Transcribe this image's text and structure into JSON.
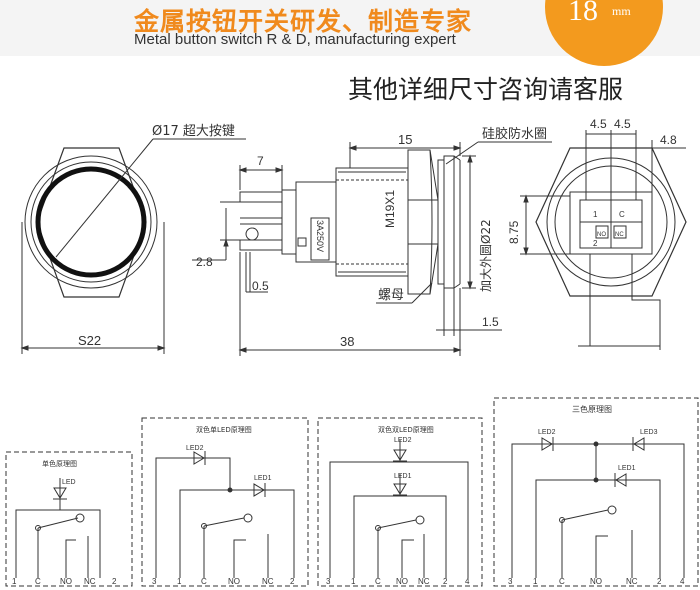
{
  "header": {
    "brand_cn": "金属按钮开关研发、制造专家",
    "brand_en": "Metal button switch R & D, manufacturing expert",
    "badge_text": "18",
    "badge_unit": "mm"
  },
  "subtitle": "其他详细尺寸咨询请客服",
  "front_view": {
    "diameter_label": "Ø17 超大按键",
    "hex_label": "S22"
  },
  "side_view": {
    "dim_7": "7",
    "dim_15": "15",
    "gasket_label": "硅胶防水圈",
    "dim_2_8": "2.8",
    "dim_0_5": "0.5",
    "rating_label": "3A250V",
    "thread_label": "M19X1",
    "outer_dia_label": "加大外圆Ø22",
    "nut_label": "螺母",
    "dim_1_5": "1.5",
    "dim_38": "38"
  },
  "rear_view": {
    "dim_4_5_a": "4.5",
    "dim_4_5_b": "4.5",
    "dim_4_8": "4.8",
    "dim_8_75": "8.75",
    "pin_labels": [
      "1",
      "C",
      "NO",
      "NC",
      "2"
    ]
  },
  "schematics": [
    {
      "title": "单色原理图",
      "led_labels": [
        "LED"
      ],
      "terminals": [
        "1",
        "C",
        "NO",
        "NC",
        "2"
      ]
    },
    {
      "title": "双色单LED原理图",
      "led_labels": [
        "LED2",
        "LED1"
      ],
      "terminals": [
        "3",
        "1",
        "C",
        "NO",
        "NC",
        "2"
      ]
    },
    {
      "title": "双色双LED原理图",
      "led_labels": [
        "LED2",
        "LED1"
      ],
      "terminals": [
        "3",
        "1",
        "C",
        "NO",
        "NC",
        "2",
        "4"
      ]
    },
    {
      "title": "三色原理图",
      "led_labels": [
        "LED2",
        "LED3",
        "LED1"
      ],
      "terminals": [
        "3",
        "1",
        "C",
        "NO",
        "NC",
        "2",
        "4"
      ]
    }
  ]
}
